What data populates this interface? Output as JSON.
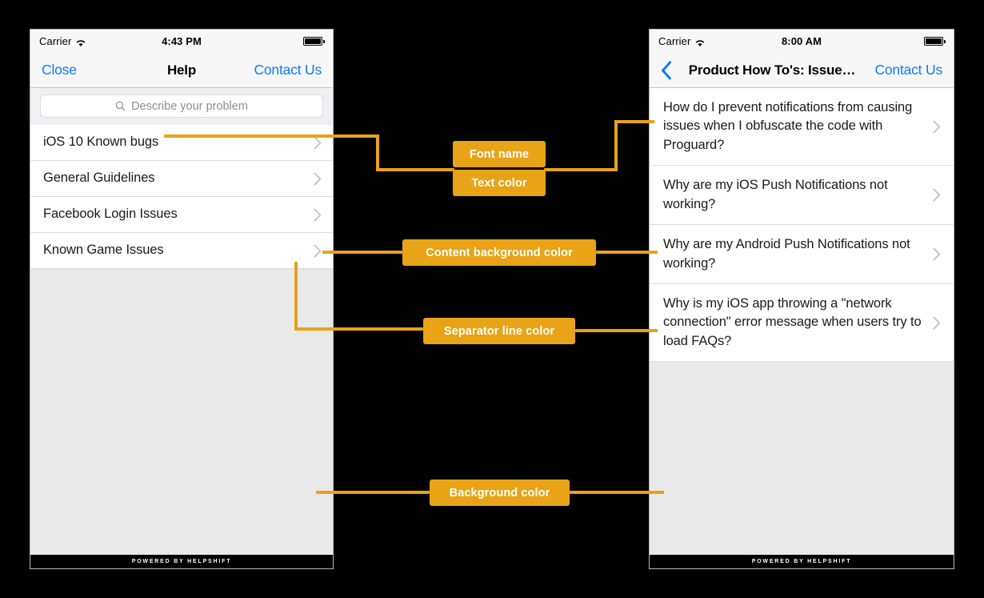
{
  "accent_color": "#e8a317",
  "page_background": "#000000",
  "phones": {
    "left": {
      "name": "help-faq-sections-screen",
      "status_bar": {
        "carrier": "Carrier",
        "time": "4:43 PM",
        "wifi_icon": "wifi-icon",
        "battery_icon": "battery-full-icon"
      },
      "nav": {
        "left_label": "Close",
        "title": "Help",
        "right_label": "Contact Us"
      },
      "search": {
        "placeholder": "Describe your problem",
        "icon": "search-icon"
      },
      "rows": [
        {
          "label": "iOS 10 Known bugs",
          "accessory": "chevron-right-icon"
        },
        {
          "label": "General Guidelines",
          "accessory": "chevron-right-icon"
        },
        {
          "label": "Facebook Login Issues",
          "accessory": "chevron-right-icon"
        },
        {
          "label": "Known Game Issues",
          "accessory": "chevron-right-icon"
        }
      ],
      "footer": "POWERED BY HELPSHIFT"
    },
    "right": {
      "name": "faq-list-screen",
      "status_bar": {
        "carrier": "Carrier",
        "time": "8:00 AM",
        "wifi_icon": "wifi-icon",
        "battery_icon": "battery-full-icon"
      },
      "nav": {
        "back_icon": "chevron-left-icon",
        "title": "Product How To's: Issue…",
        "right_label": "Contact Us"
      },
      "rows": [
        {
          "label": "How do I prevent notifications from causing issues when I obfuscate the code with Proguard?",
          "accessory": "chevron-right-icon"
        },
        {
          "label": "Why are my iOS Push Notifications not working?",
          "accessory": "chevron-right-icon"
        },
        {
          "label": "Why are my Android Push Notifications not working?",
          "accessory": "chevron-right-icon"
        },
        {
          "label": "Why is my iOS app throwing a \"network connection\" error message when users try to load FAQs?",
          "accessory": "chevron-right-icon"
        }
      ],
      "footer": "POWERED BY HELPSHIFT"
    }
  },
  "callouts": [
    {
      "id": "font-name",
      "label": "Font name"
    },
    {
      "id": "text-color",
      "label": "Text color"
    },
    {
      "id": "content-background-color",
      "label": "Content background color"
    },
    {
      "id": "separator-line-color",
      "label": "Separator line color"
    },
    {
      "id": "background-color",
      "label": "Background color"
    }
  ]
}
